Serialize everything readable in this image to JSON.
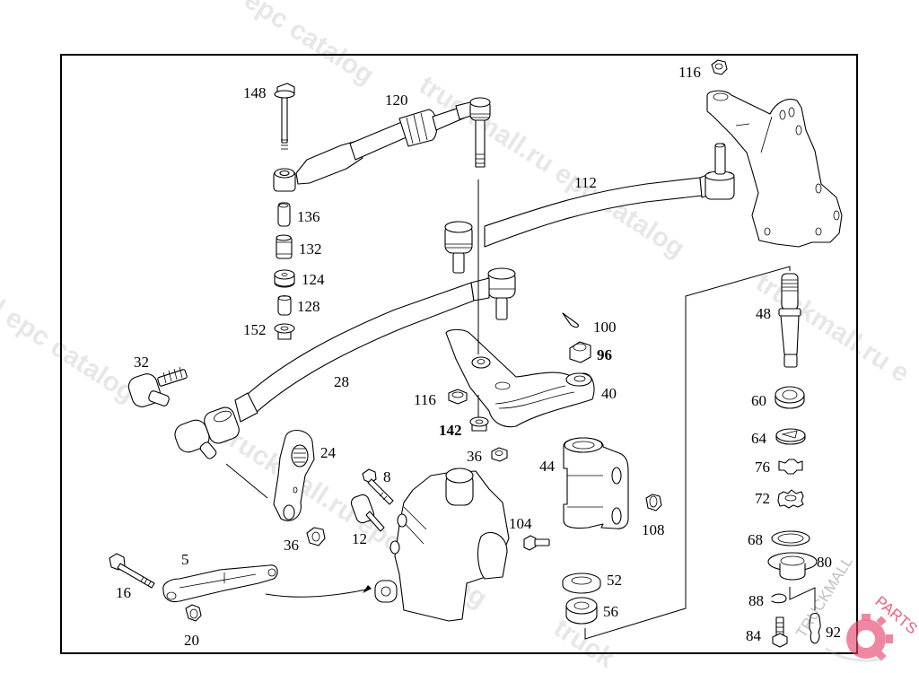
{
  "diagram": {
    "title": "Steering linkage parts diagram",
    "part_labels": [
      {
        "id": "148",
        "name": "bolt"
      },
      {
        "id": "120",
        "name": "steering damper"
      },
      {
        "id": "116",
        "name": "nut"
      },
      {
        "id": "112",
        "name": "tie rod"
      },
      {
        "id": "136",
        "name": "sleeve"
      },
      {
        "id": "132",
        "name": "bushing"
      },
      {
        "id": "124",
        "name": "rubber washer"
      },
      {
        "id": "128",
        "name": "spacer"
      },
      {
        "id": "152",
        "name": "cap nut"
      },
      {
        "id": "100",
        "name": "cotter pin"
      },
      {
        "id": "96",
        "name": "castle nut"
      },
      {
        "id": "48",
        "name": "king pin"
      },
      {
        "id": "32",
        "name": "ball joint"
      },
      {
        "id": "28",
        "name": "drag link"
      },
      {
        "id": "116b",
        "label": "116",
        "name": "nut"
      },
      {
        "id": "40",
        "name": "steering arm"
      },
      {
        "id": "60",
        "name": "bearing"
      },
      {
        "id": "142",
        "name": "cap nut"
      },
      {
        "id": "64",
        "name": "thrust washer"
      },
      {
        "id": "24",
        "name": "pitman arm"
      },
      {
        "id": "36",
        "name": "nut"
      },
      {
        "id": "44",
        "name": "bracket"
      },
      {
        "id": "76",
        "name": "lock washer"
      },
      {
        "id": "8",
        "name": "bolt"
      },
      {
        "id": "72",
        "name": "slotted nut"
      },
      {
        "id": "104",
        "name": "bolt"
      },
      {
        "id": "108",
        "name": "nut"
      },
      {
        "id": "12",
        "name": "bolt"
      },
      {
        "id": "36b",
        "label": "36",
        "name": "nut"
      },
      {
        "id": "68",
        "name": "seal ring"
      },
      {
        "id": "80",
        "name": "cap"
      },
      {
        "id": "5",
        "name": "link"
      },
      {
        "id": "52",
        "name": "washer"
      },
      {
        "id": "16",
        "name": "bolt"
      },
      {
        "id": "56",
        "name": "bearing"
      },
      {
        "id": "88",
        "name": "circlip"
      },
      {
        "id": "20",
        "name": "nut"
      },
      {
        "id": "84",
        "name": "bolt"
      },
      {
        "id": "92",
        "name": "grease nipple"
      }
    ],
    "labels": {
      "l148": "148",
      "l120": "120",
      "l116a": "116",
      "l112": "112",
      "l136": "136",
      "l132": "132",
      "l124": "124",
      "l128": "128",
      "l152": "152",
      "l100": "100",
      "l96": "96",
      "l48": "48",
      "l32": "32",
      "l28": "28",
      "l116b": "116",
      "l40": "40",
      "l60": "60",
      "l142": "142",
      "l64": "64",
      "l24": "24",
      "l36a": "36",
      "l44": "44",
      "l76": "76",
      "l8": "8",
      "l72": "72",
      "l104": "104",
      "l108": "108",
      "l12": "12",
      "l36b": "36",
      "l68": "68",
      "l80": "80",
      "l5": "5",
      "l52": "52",
      "l16": "16",
      "l56": "56",
      "l88": "88",
      "l20": "20",
      "l84": "84",
      "l92": "92"
    }
  },
  "watermarks": {
    "w1": "epc catalog",
    "w2": "truckmall.ru epc catalog",
    "w3": "truckmall.ru e",
    "w4": "l epc catalog",
    "w5": "truckmall.ru epc catalog",
    "w6": "truck"
  },
  "logo": {
    "text_dark": "TRUCKMALL",
    "text_accent": "PARTS",
    "accent_color": "#e8436a"
  }
}
